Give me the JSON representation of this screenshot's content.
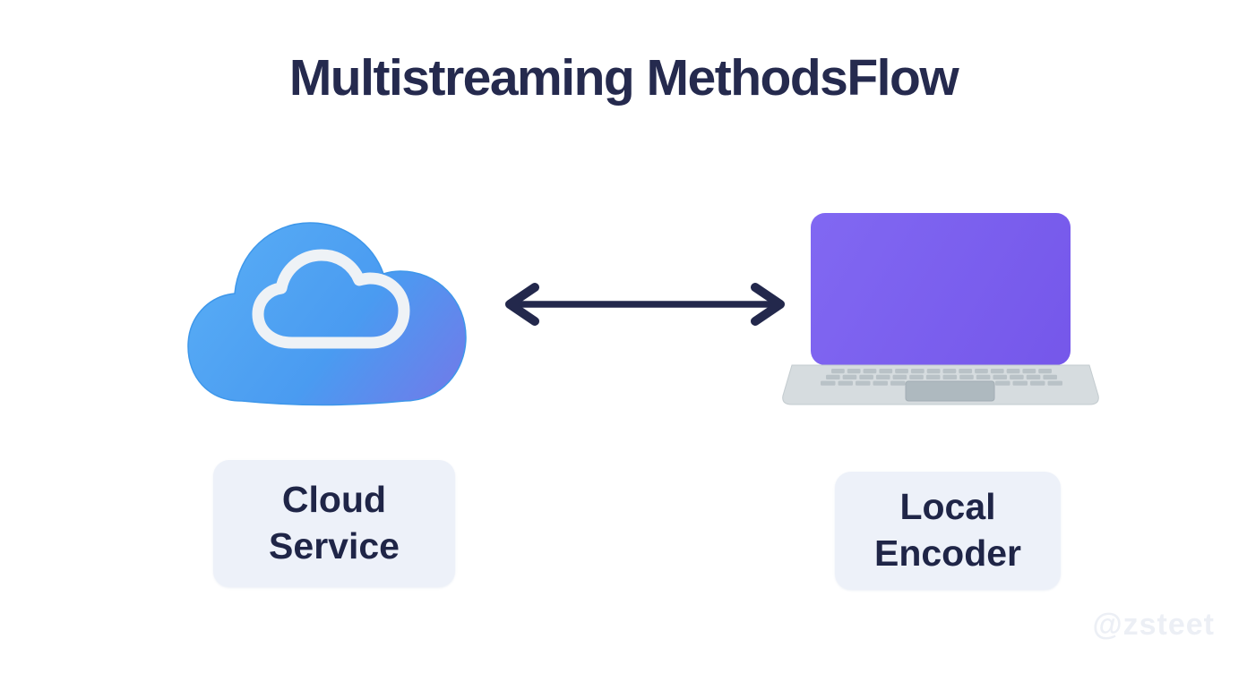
{
  "title": "Multistreaming MethodsFlow",
  "nodes": [
    {
      "id": "cloud-service",
      "icon": "cloud-icon",
      "label_line1": "Cloud",
      "label_line2": "Service"
    },
    {
      "id": "local-encoder",
      "icon": "laptop-icon",
      "label_line1": "Local",
      "label_line2": "Encoder"
    }
  ],
  "connector": {
    "type": "double-headed-arrow",
    "color": "#23284c"
  },
  "watermark": "@zsteet",
  "colors": {
    "background": "#ffffff",
    "title_text": "#252a4e",
    "label_text": "#1f2547",
    "label_box_bg": "#edf1f9",
    "cloud_gradient_start": "#58adf5",
    "cloud_gradient_mid": "#4a9bf1",
    "cloud_gradient_end": "#7577e8",
    "cloud_inner_outline": "#eef2f6",
    "laptop_screen_start": "#8168f2",
    "laptop_screen_end": "#7557ea",
    "laptop_base": "#d6dcdf",
    "laptop_keys": "#b9c2c7",
    "laptop_trackpad": "#aeb9bf",
    "arrow_color": "#23284c",
    "watermark_color": "#eceff5"
  }
}
